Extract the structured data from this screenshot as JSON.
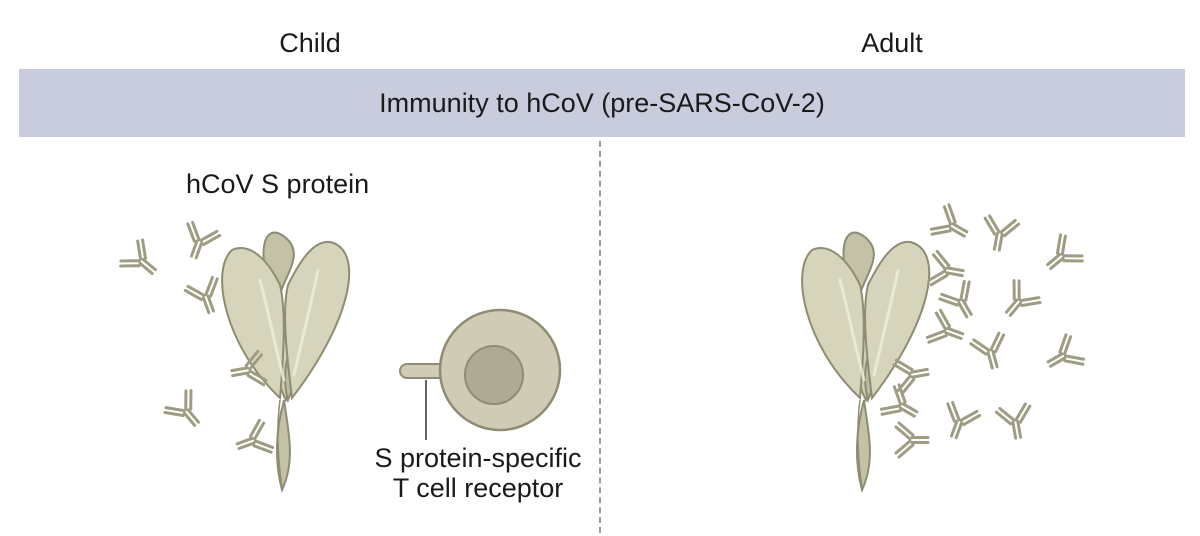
{
  "columns": {
    "child": "Child",
    "adult": "Adult"
  },
  "band": {
    "title": "Immunity to hCoV (pre-SARS-CoV-2)"
  },
  "labels": {
    "s_protein": "hCoV S protein",
    "tcr_line1": "S protein-specific",
    "tcr_line2": "T cell receptor"
  },
  "colors": {
    "band": "#c8ccdc",
    "protein_fill": "#cfcdb3",
    "protein_stroke": "#8e8c72",
    "antibody": "#9e9c82",
    "cell_fill": "#cfcbb4",
    "nucleus_fill": "#aeab95"
  }
}
